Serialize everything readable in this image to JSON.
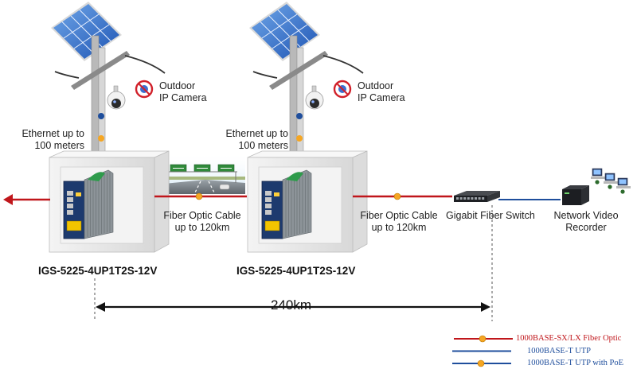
{
  "colors": {
    "fiber": "#c0161b",
    "utp": "#1f4e9c",
    "poe_dot": "#f5a623",
    "cabinet": "#e9e9e9",
    "switch_panel": "#1d3a6e"
  },
  "sites": [
    {
      "camera_label": "Outdoor\nIP Camera",
      "ethernet_label": "Ethernet up to\n100 meters",
      "model": "IGS-5225-4UP1T2S-12V",
      "camera_icon": "ptz-dome-camera-icon",
      "power_icon": "solar-panel-icon"
    },
    {
      "camera_label": "Outdoor\nIP Camera",
      "ethernet_label": "Ethernet up to\n100 meters",
      "model": "IGS-5225-4UP1T2S-12V",
      "camera_icon": "ptz-dome-camera-icon",
      "power_icon": "solar-panel-icon"
    }
  ],
  "links": [
    {
      "label": "Fiber Optic Cable\nup to 120km"
    },
    {
      "label": "Fiber Optic Cable\nup to 120km"
    }
  ],
  "core": {
    "switch_label": "Gigabit Fiber Switch",
    "nvr_label": "Network Video\nRecorder"
  },
  "distance": "240km",
  "legend": [
    {
      "label": "1000BASE-SX/LX Fiber Optic",
      "color": "#c0161b",
      "dot": true
    },
    {
      "label": "1000BASE-T UTP",
      "color": "#1f4e9c",
      "dot": false
    },
    {
      "label": "1000BASE-T UTP with PoE",
      "color": "#1f4e9c",
      "dot": true
    }
  ]
}
